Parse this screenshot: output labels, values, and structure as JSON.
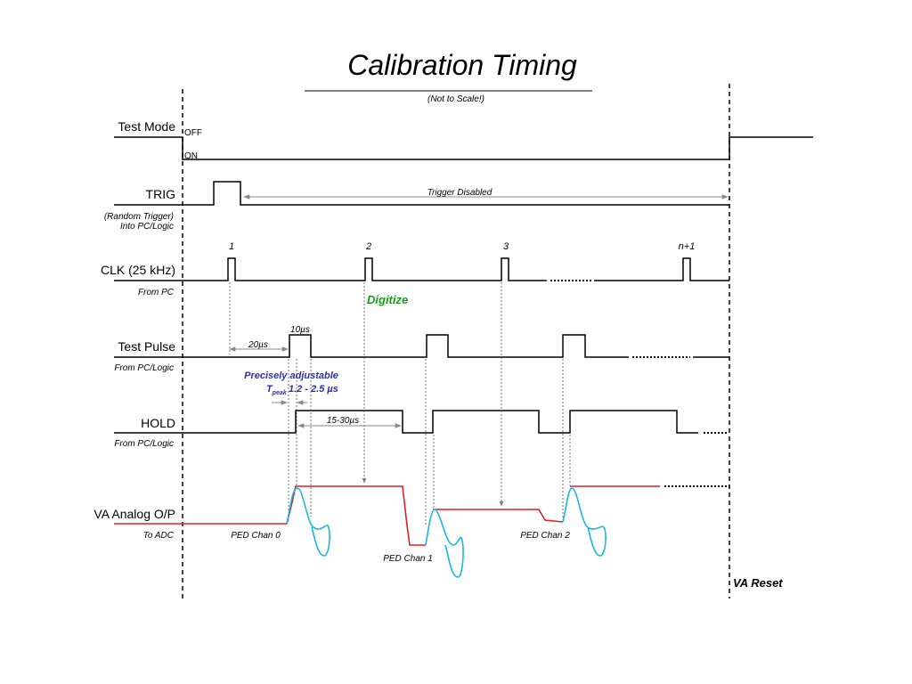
{
  "title": "Calibration Timing",
  "subtitle": "(Not to Scale!)",
  "signals": {
    "test_mode": {
      "label": "Test Mode",
      "off": "OFF",
      "on": "ON"
    },
    "trig": {
      "label": "TRIG",
      "sub1": "(Random Trigger)",
      "sub2": "Into PC/Logic",
      "disabled": "Trigger Disabled"
    },
    "clk": {
      "label": "CLK (25 kHz)",
      "sub": "From PC",
      "n1": "1",
      "n2": "2",
      "n3": "3",
      "n4": "n+1"
    },
    "test_pulse": {
      "label": "Test Pulse",
      "sub": "From PC/Logic",
      "width": "10µs",
      "delay": "20µs"
    },
    "hold": {
      "label": "HOLD",
      "sub": "From PC/Logic",
      "duration": "15-30µs"
    },
    "va": {
      "label": "VA Analog O/P",
      "sub": "To ADC",
      "ped0": "PED Chan 0",
      "ped1": "PED Chan 1",
      "ped2": "PED Chan 2"
    }
  },
  "annotations": {
    "digitize": "Digitize",
    "adjust_line1": "Precisely adjustable",
    "adjust_T": "T",
    "adjust_peak": "peak",
    "adjust_range": "1.2 - 2.5 µs",
    "va_reset": "VA Reset"
  },
  "colors": {
    "digitize": "#1a9a1a",
    "note_blue": "#2e2ea8",
    "analog_red": "#e02020",
    "analog_cyan": "#1ab8e0"
  }
}
